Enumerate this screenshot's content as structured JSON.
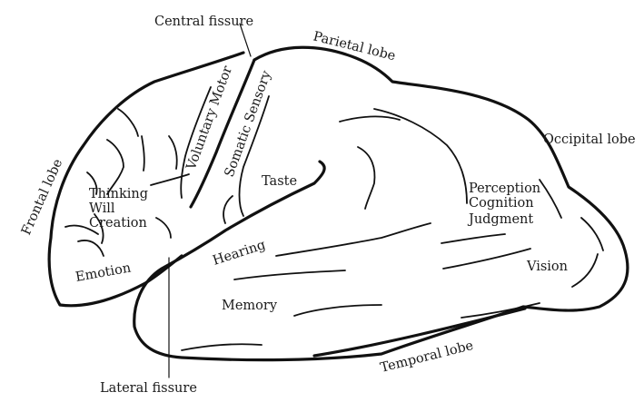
{
  "labels": {
    "central_fissure": "Central fissure",
    "parietal_lobe": "Parietal lobe",
    "occipital_lobe": "Occipital lobe",
    "frontal_lobe": "Frontal lobe",
    "temporal_lobe": "Temporal lobe",
    "lateral_fissure": "Lateral fissure",
    "voluntary_motor": "Voluntary Motor",
    "somatic_sensory": "Somatic Sensory",
    "taste": "Taste",
    "thinking": "Thinking",
    "will": "Will",
    "creation": "Creation",
    "perception": "Perception",
    "cognition": "Cognition",
    "judgment": "Judgment",
    "hearing": "Hearing",
    "emotion": "Emotion",
    "memory": "Memory",
    "vision": "Vision"
  }
}
